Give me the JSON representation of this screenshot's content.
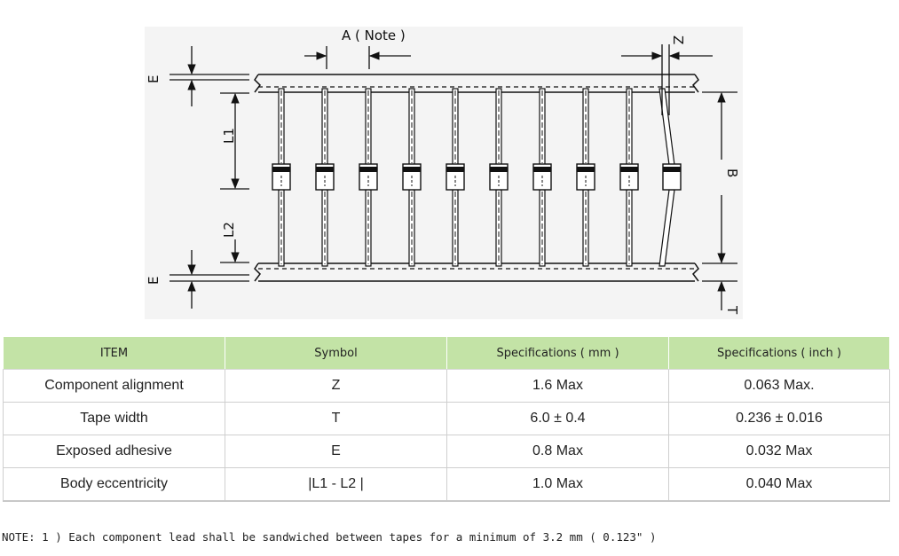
{
  "diagram": {
    "labels": {
      "a": "A ( Note )",
      "z": "Z",
      "e": "E",
      "l1": "L1",
      "l2": "L2",
      "b": "B",
      "t": "T"
    }
  },
  "table": {
    "headers": [
      "ITEM",
      "Symbol",
      "Specifications ( mm )",
      "Specifications ( inch )"
    ],
    "rows": [
      [
        "Component alignment",
        "Z",
        "1.6 Max",
        "0.063 Max."
      ],
      [
        "Tape width",
        "T",
        "6.0 ± 0.4",
        "0.236 ± 0.016"
      ],
      [
        "Exposed adhesive",
        "E",
        "0.8 Max",
        "0.032 Max"
      ],
      [
        "Body eccentricity",
        "|L1 - L2 |",
        "1.0 Max",
        "0.040 Max"
      ]
    ]
  },
  "note": "NOTE: 1 ) Each component lead shall be sandwiched between tapes for a minimum of 3.2 mm ( 0.123\" )"
}
